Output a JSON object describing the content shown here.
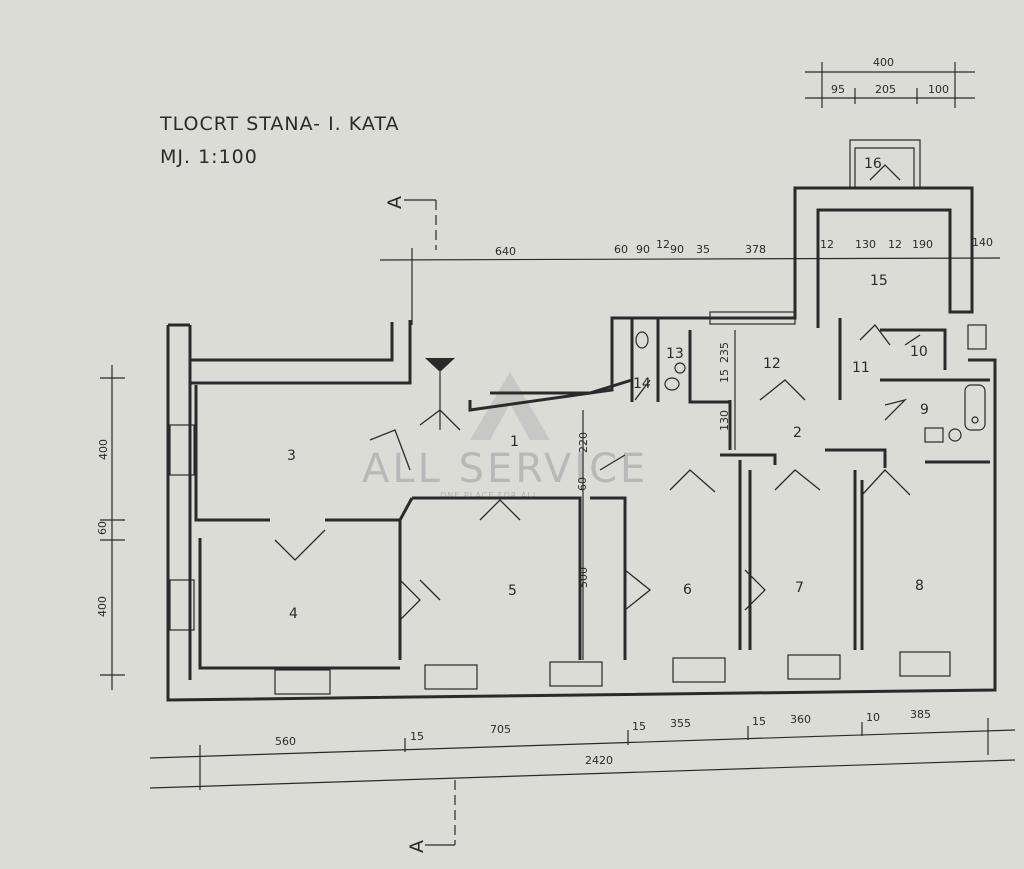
{
  "title": {
    "line1": "TLOCRT STANA- I. KATA",
    "line2": "MJ. 1:100"
  },
  "section": {
    "mark": "A"
  },
  "watermark": {
    "brand": "ALL SERVICE",
    "tagline": "ONE PLACE FOR ALL"
  },
  "rooms": [
    "1",
    "2",
    "3",
    "4",
    "5",
    "6",
    "7",
    "8",
    "9",
    "10",
    "11",
    "12",
    "13",
    "14",
    "15",
    "16"
  ],
  "dimensions": {
    "top_right": {
      "total": "400",
      "parts": [
        "95",
        "205",
        "100"
      ]
    },
    "top_chain": [
      "640",
      "60",
      "90",
      "12",
      "90",
      "35",
      "378",
      "12",
      "130",
      "12",
      "190",
      "140"
    ],
    "left_chain": [
      "400",
      "60",
      "400"
    ],
    "interior": [
      "220",
      "60",
      "500",
      "15",
      "235",
      "130"
    ],
    "bottom_chain": [
      "560",
      "15",
      "705",
      "15",
      "355",
      "15",
      "360",
      "10",
      "385"
    ],
    "bottom_total": "2420"
  },
  "colors": {
    "paper": "#dcdcd6",
    "ink": "#2a2a2a",
    "watermark": "#b8b8b8"
  }
}
